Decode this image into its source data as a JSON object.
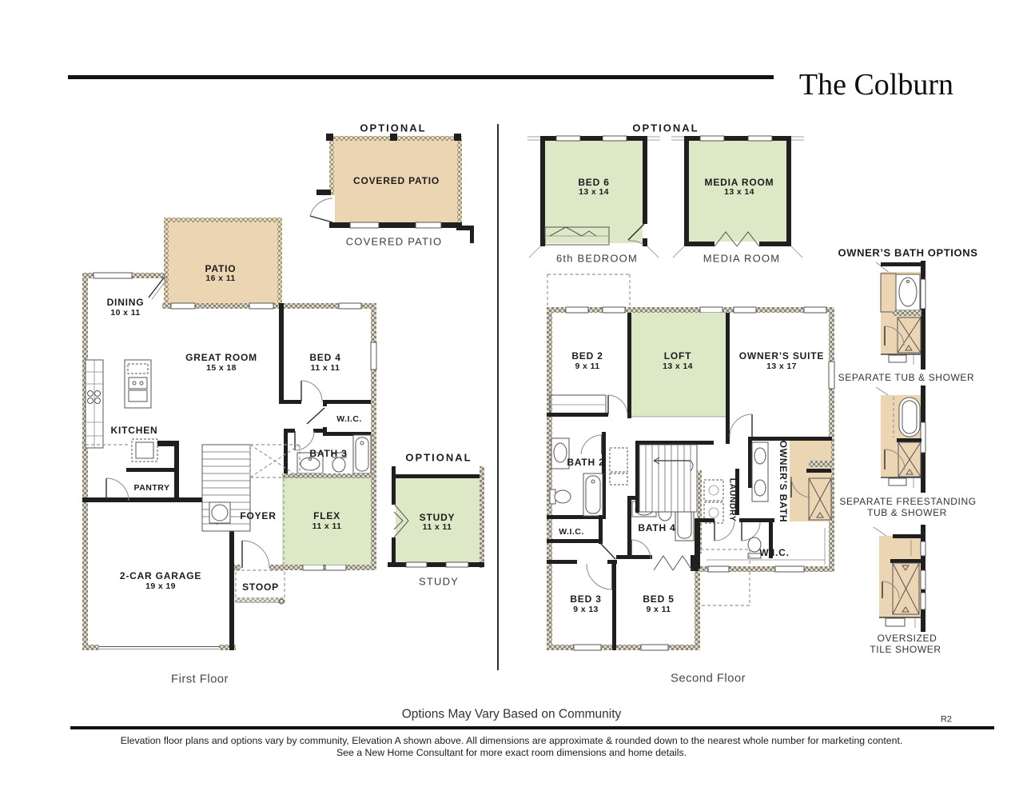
{
  "header": {
    "title": "The Colburn"
  },
  "first_floor": {
    "caption": "First Floor",
    "optional_patio": {
      "heading": "OPTIONAL",
      "name": "COVERED PATIO",
      "caption": "COVERED PATIO"
    },
    "optional_study": {
      "heading": "OPTIONAL",
      "name": "STUDY",
      "dims": "11 x 11",
      "caption": "STUDY"
    },
    "patio": {
      "name": "PATIO",
      "dims": "16 x 11"
    },
    "dining": {
      "name": "DINING",
      "dims": "10 x 11"
    },
    "great_room": {
      "name": "GREAT ROOM",
      "dims": "15 x 18"
    },
    "bed4": {
      "name": "BED 4",
      "dims": "11 x 11"
    },
    "kitchen": {
      "name": "KITCHEN"
    },
    "wic": {
      "name": "W.I.C."
    },
    "bath3": {
      "name": "BATH 3"
    },
    "pantry": {
      "name": "PANTRY"
    },
    "foyer": {
      "name": "FOYER"
    },
    "flex": {
      "name": "FLEX",
      "dims": "11 x 11"
    },
    "garage": {
      "name": "2-CAR GARAGE",
      "dims": "19 x 19"
    },
    "stoop": {
      "name": "STOOP"
    }
  },
  "second_floor": {
    "caption": "Second Floor",
    "optional_heading": "OPTIONAL",
    "bed6": {
      "name": "BED 6",
      "dims": "13 x 14",
      "caption": "6th BEDROOM"
    },
    "media_room": {
      "name": "MEDIA ROOM",
      "dims": "13 x 14",
      "caption": "MEDIA ROOM"
    },
    "bed2": {
      "name": "BED 2",
      "d": "",
      "dims": "9 x 11"
    },
    "loft": {
      "name": "LOFT",
      "dims": "13 x 14"
    },
    "owners_suite": {
      "name": "OWNER’S SUITE",
      "dims": "13 x 17"
    },
    "bath2": {
      "name": "BATH 2"
    },
    "laundry": {
      "name": "LAUNDRY"
    },
    "owners_bath": {
      "name": "OWNER’S BATH"
    },
    "wic_left": {
      "name": "W.I.C."
    },
    "bath4": {
      "name": "BATH 4"
    },
    "wic_right": {
      "name": "W.I.C."
    },
    "bed3": {
      "name": "BED 3",
      "dims": "9 x 13"
    },
    "bed5": {
      "name": "BED 5",
      "dims": "9 x 11"
    }
  },
  "bath_options": {
    "heading": "OWNER’S BATH OPTIONS",
    "option1": {
      "label": "SEPARATE TUB & SHOWER"
    },
    "option2": {
      "line1": "SEPARATE FREESTANDING",
      "line2": "TUB & SHOWER"
    },
    "option3": {
      "line1": "OVERSIZED",
      "line2": "TILE SHOWER"
    }
  },
  "footer": {
    "note": "Options May Vary Based on Community",
    "revision": "R2",
    "disclaimer1": "Elevation floor plans and options vary by community, Elevation A shown above. All dimensions are approximate & rounded down to the nearest whole number for marketing content.",
    "disclaimer2": "See a New Home Consultant for more exact room dimensions and home details."
  },
  "colors": {
    "tan": "#ecd5b2",
    "green": "#dce8c6",
    "wall": "#1f1f1f"
  }
}
